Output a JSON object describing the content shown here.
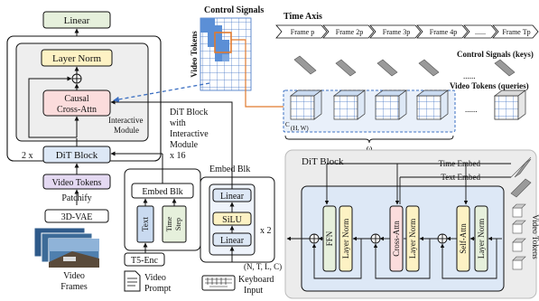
{
  "left_arch": {
    "linear": "Linear",
    "layer_norm": "Layer Norm",
    "causal_cross_attn": [
      "Causal",
      "Cross-Attn"
    ],
    "interactive_module": [
      "Interactive",
      "Module"
    ],
    "repeat": "2 x",
    "dit_block": "DiT Block",
    "video_tokens": "Video Tokens",
    "patchify": "Patchify",
    "vae": "3D-VAE",
    "video_frames": [
      "Video",
      "Frames"
    ],
    "dit_note": [
      "DiT Block",
      "with",
      "Interactive",
      "Module",
      "x 16"
    ]
  },
  "embed_blk_small": {
    "title": "Embed Blk",
    "text": "Text",
    "time_step": [
      "Time",
      "Step"
    ],
    "t5": "T5-Enc",
    "video_prompt": [
      "Video",
      "Prompt"
    ]
  },
  "embed_blk_big": {
    "title": "Embed Blk",
    "linear_top": "Linear",
    "silu": "SiLU",
    "linear_bottom": "Linear",
    "repeat": "x 2",
    "shape": "(N, T, L, C)",
    "keyboard": [
      "Keyboard",
      "Input"
    ]
  },
  "matrix": {
    "title": "Control Signals",
    "side_label": "Video Tokens"
  },
  "time_axis": {
    "title": "Time Axis",
    "frames": [
      "Frame p",
      "Frame 2p",
      "Frame 3p",
      "Frame 4p",
      "......",
      "Frame Tp"
    ],
    "control_keys": "Control Signals (keys)",
    "video_queries": "Video Tokens (queries)",
    "dots": "......",
    "omega": "ω",
    "c_label": "C",
    "hw_label": "(H, W)"
  },
  "dit_detail": {
    "title": "DiT Block",
    "time_embed": "Time Embed",
    "text_embed": "Text Embed",
    "ffn": "FFN",
    "layer_norm_1": "Layer Norm",
    "cross_attn": "Cross-Attn",
    "layer_norm_2": "Layer Norm",
    "self_attn": "Self-Attn",
    "layer_norm_3": "Layer Norm",
    "video_tokens": "Video Tokens"
  },
  "colors": {
    "green": "#e6f0dc",
    "yellow": "#fdf2c4",
    "pink": "#fbdcdc",
    "purple": "#e4d9f2",
    "blue": "#dde8f6",
    "blue_dark": "#c9daf0",
    "matrix_blue": "#5b8fd6",
    "orange": "#e07a2e",
    "gray_panel": "#ececec"
  }
}
